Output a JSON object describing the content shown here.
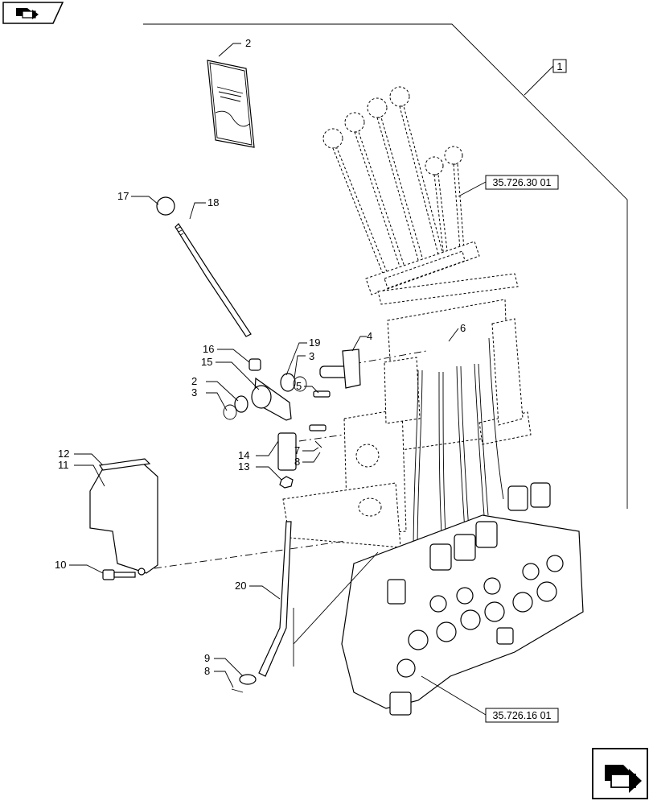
{
  "diagram": {
    "part_callouts": [
      {
        "id": "c2a",
        "text": "2"
      },
      {
        "id": "c17",
        "text": "17"
      },
      {
        "id": "c18",
        "text": "18"
      },
      {
        "id": "c16",
        "text": "16"
      },
      {
        "id": "c15",
        "text": "15"
      },
      {
        "id": "c19",
        "text": "19"
      },
      {
        "id": "c3a",
        "text": "3"
      },
      {
        "id": "c4",
        "text": "4"
      },
      {
        "id": "c6",
        "text": "6"
      },
      {
        "id": "c2b",
        "text": "2"
      },
      {
        "id": "c3b",
        "text": "3"
      },
      {
        "id": "c5",
        "text": "5"
      },
      {
        "id": "c7",
        "text": "7"
      },
      {
        "id": "c8a",
        "text": "8"
      },
      {
        "id": "c12",
        "text": "12"
      },
      {
        "id": "c11",
        "text": "11"
      },
      {
        "id": "c14",
        "text": "14"
      },
      {
        "id": "c13",
        "text": "13"
      },
      {
        "id": "c10",
        "text": "10"
      },
      {
        "id": "c20",
        "text": "20"
      },
      {
        "id": "c9",
        "text": "9"
      },
      {
        "id": "c8b",
        "text": "8"
      }
    ],
    "assembly_ref": "1",
    "cross_refs": {
      "upper": "35.726.30 01",
      "lower": "35.726.16 01"
    },
    "nav_icons": [
      "previous-page-icon",
      "next-page-icon"
    ]
  }
}
